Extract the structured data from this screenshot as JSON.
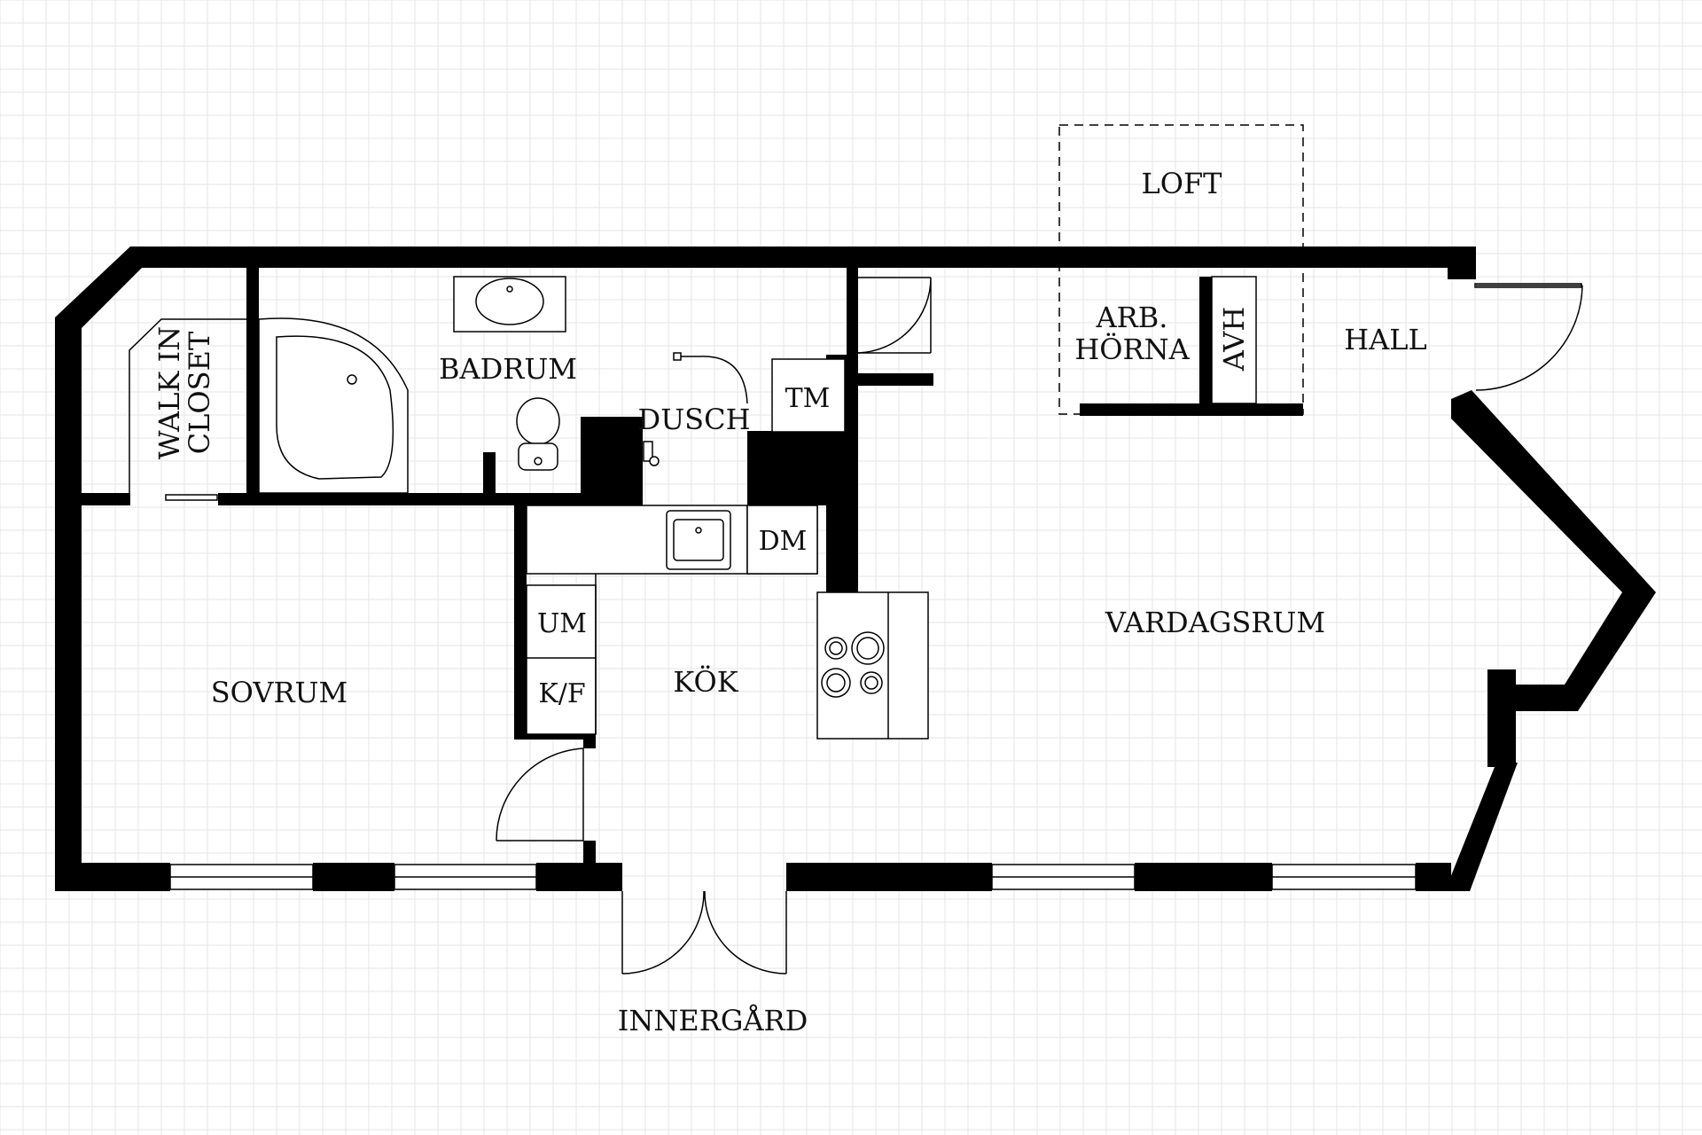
{
  "rooms": {
    "loft": "LOFT",
    "badrum": "BADRUM",
    "walk_in_line1": "WALK IN",
    "walk_in_line2": "CLOSET",
    "dusch": "DUSCH",
    "tm": "TM",
    "arb_line1": "ARB.",
    "arb_line2": "HÖRNA",
    "avh": "AVH",
    "hall": "HALL",
    "dm": "DM",
    "um": "UM",
    "kf": "K/F",
    "kok": "KÖK",
    "vardagsrum": "VARDAGSRUM",
    "sovrum": "SOVRUM",
    "innergard": "INNERGÅRD"
  }
}
